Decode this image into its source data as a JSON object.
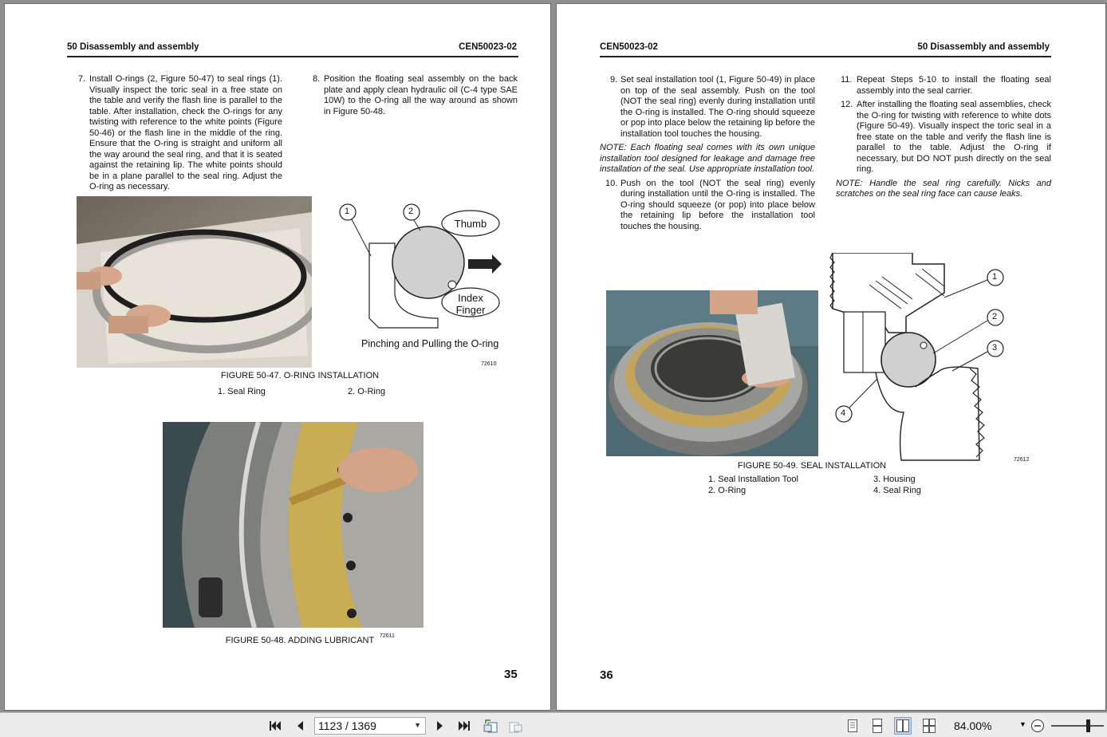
{
  "pages": [
    {
      "header_left": "50 Disassembly and assembly",
      "header_right": "CEN50023-02",
      "steps": [
        {
          "num": "7.",
          "text": "Install O-rings (2, Figure 50-47) to seal rings (1). Visually inspect the toric seal in a free state on the table and verify the flash line is parallel to the table. After installation, check the O-rings for any twisting with reference to the white points (Figure 50-46) or the flash line in the middle of the ring. Ensure that the O-ring is straight and uniform all the way around the seal ring, and that it is seated against the retaining lip. The white points should be in a plane parallel to the seal ring. Adjust the O-ring as necessary."
        },
        {
          "num": "8.",
          "text": "Position the floating seal assembly on the back plate and apply clean hydraulic oil (C-4 type SAE 10W) to the O-ring all the way around as shown in Figure 50-48."
        }
      ],
      "diagram_labels": {
        "callout_1": "1",
        "callout_2": "2",
        "thumb": "Thumb",
        "index": "Index",
        "finger": "Finger",
        "caption": "Pinching and Pulling the O-ring"
      },
      "fig47_code": "72610",
      "fig47_caption": "FIGURE 50-47. O-RING INSTALLATION",
      "fig47_legend": [
        "1. Seal Ring",
        "2. O-Ring"
      ],
      "fig48_code": "72611",
      "fig48_caption": "FIGURE 50-48. ADDING LUBRICANT",
      "page_number": "35"
    },
    {
      "header_left": "CEN50023-02",
      "header_right": "50 Disassembly and assembly",
      "step9": {
        "num": "9.",
        "text": "Set seal installation tool (1, Figure 50-49) in place on top of the seal assembly. Push on the tool (NOT the seal ring) evenly during installation until the O-ring is installed. The O-ring should squeeze or pop into place below the retaining lip before the installation tool touches the housing."
      },
      "note1": "NOTE: Each floating seal comes with its own unique installation tool designed for leakage and damage free installation of the seal. Use appropriate installation tool.",
      "step10": {
        "num": "10.",
        "text": "Push on the tool (NOT the seal ring) evenly during installation until the O-ring is installed. The O-ring should squeeze (or pop) into place below the retaining lip before the installation tool touches the housing."
      },
      "step11": {
        "num": "11.",
        "text": "Repeat Steps 5-10 to install the floating seal assembly into the seal carrier."
      },
      "step12": {
        "num": "12.",
        "text": "After installing the floating seal assemblies, check the O-ring for twisting with reference to white dots (Figure 50-49). Visually inspect the toric seal in a free state on the table and verify the flash line is parallel to the table. Adjust the O-ring if necessary, but DO NOT push directly on the seal ring."
      },
      "note2": "NOTE: Handle the seal ring carefully. Nicks and scratches on the seal ring face can cause leaks.",
      "diagram_callouts": [
        "1",
        "2",
        "3",
        "4"
      ],
      "fig49_code": "72612",
      "fig49_caption": "FIGURE 50-49. SEAL INSTALLATION",
      "fig49_legend": [
        "1. Seal Installation Tool",
        "2. O-Ring",
        "3. Housing",
        "4. Seal Ring"
      ],
      "page_number": "36"
    }
  ],
  "toolbar": {
    "page_indicator": "1123 / 1369",
    "zoom": "84.00%",
    "icons": [
      "first-page-icon",
      "prev-page-icon",
      "next-page-icon",
      "last-page-icon",
      "previous-view-icon",
      "next-view-icon",
      "single-page-icon",
      "single-continuous-icon",
      "two-page-icon",
      "two-continuous-icon",
      "zoom-out-icon"
    ]
  }
}
